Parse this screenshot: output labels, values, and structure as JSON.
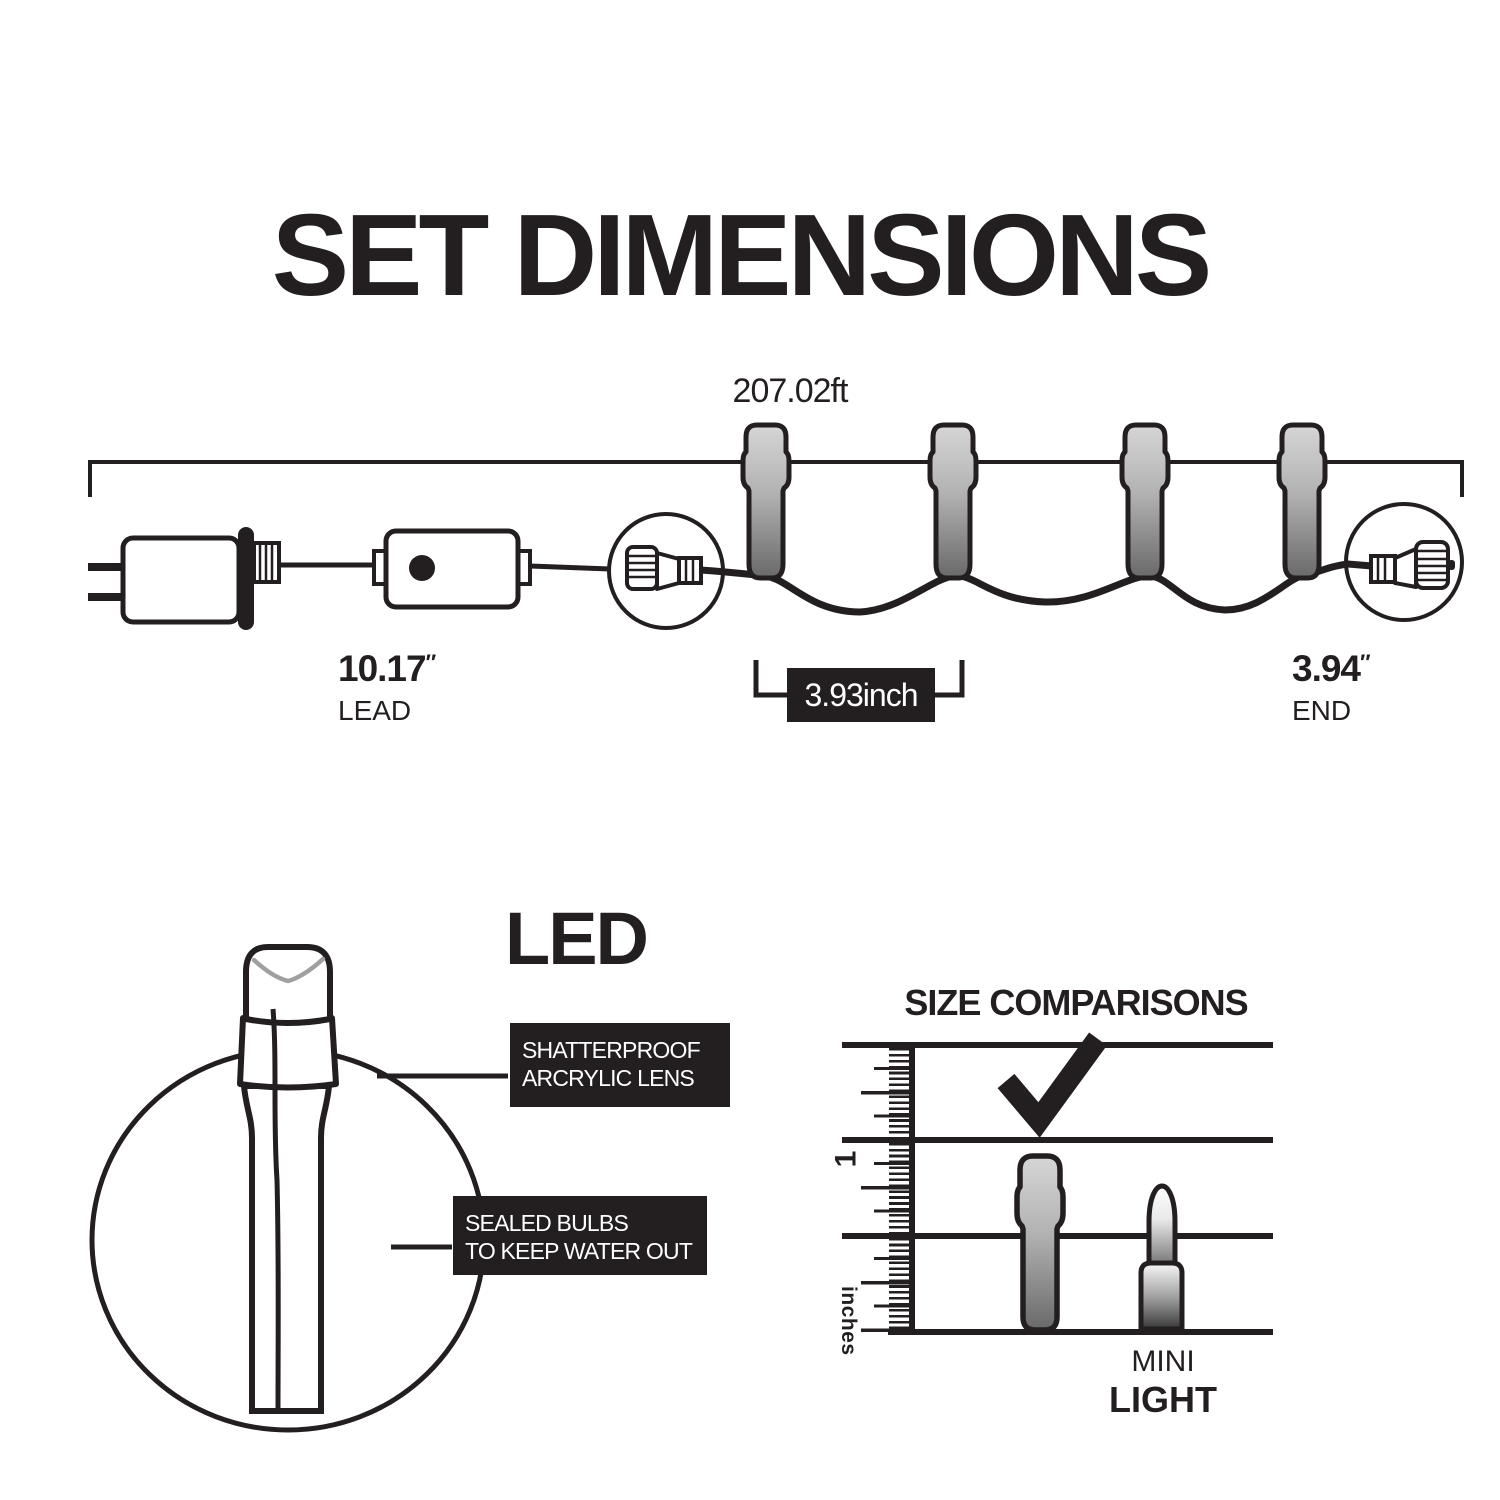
{
  "title": "SET DIMENSIONS",
  "set_diagram": {
    "total_length": "207.02ft",
    "lead": {
      "value": "10.17",
      "prime": "″",
      "label": "LEAD"
    },
    "bulb_spacing": "3.93inch",
    "end": {
      "value": "3.94",
      "prime": "″",
      "label": "END"
    },
    "bulb_count": 4
  },
  "led_section": {
    "title": "LED",
    "callout_lens": {
      "line1": "SHATTERPROOF",
      "line2": "ARCRYLIC LENS"
    },
    "callout_seal": {
      "line1": "SEALED BULBS",
      "line2": "TO KEEP WATER OUT"
    }
  },
  "size_comparison": {
    "title": "SIZE COMPARISONS",
    "ruler_mark": "1",
    "ruler_unit": "inches",
    "checkmark_icon": "check-mark",
    "competitor": {
      "line1": "MINI",
      "line2": "LIGHT"
    }
  },
  "colors": {
    "ink": "#231f20",
    "background": "#ffffff",
    "callout_box_bg": "#231f20",
    "callout_box_text": "#ffffff",
    "lens_chevron_gray": "#a0a0a0",
    "bulb_gradient_top": "#d6d6d6",
    "bulb_gradient_mid": "#b2b2b2",
    "bulb_gradient_bottom": "#696969",
    "mini_tip_top": "#ffffff",
    "mini_base_bottom": "#383838"
  }
}
